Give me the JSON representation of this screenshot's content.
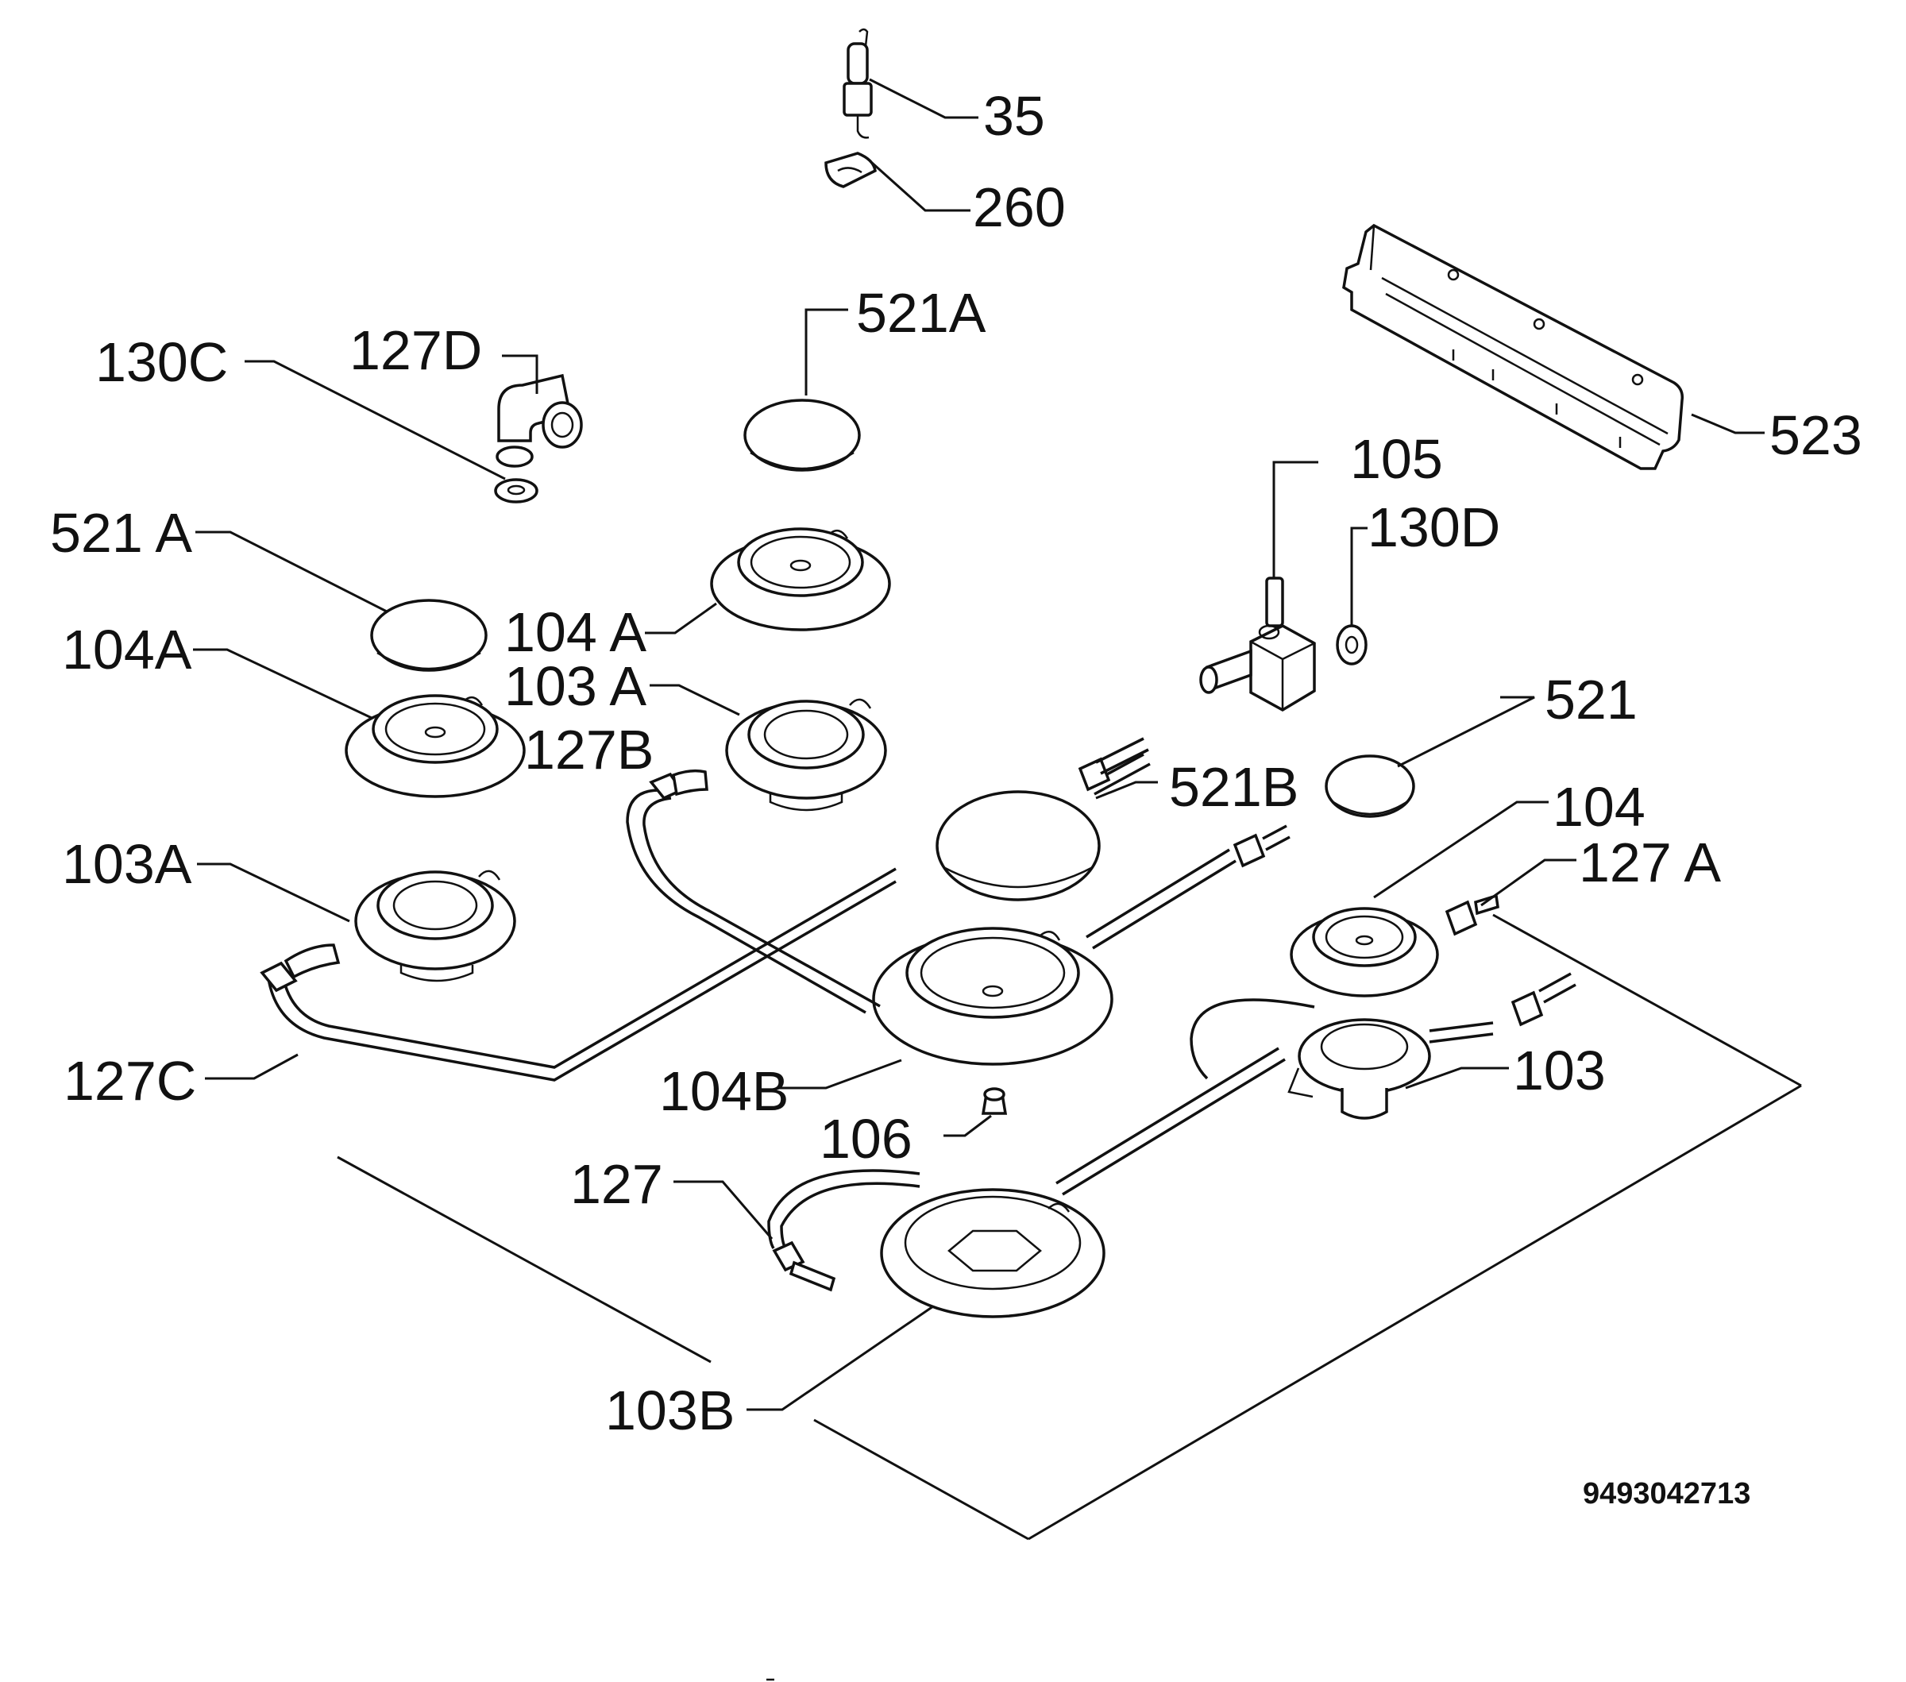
{
  "diagram": {
    "drawing_number": "9493042713",
    "labels": {
      "l35": "35",
      "l260": "260",
      "l521A_top": "521A",
      "l130C": "130C",
      "l127D": "127D",
      "l523": "523",
      "l105": "105",
      "l130D": "130D",
      "l521A_left": "521 A",
      "l104A_mid": "104 A",
      "l104A_left": "104A",
      "l103A_mid": "103 A",
      "l127B": "127B",
      "l521": "521",
      "l521B": "521B",
      "l104": "104",
      "l127A": "127 A",
      "l103A_left": "103A",
      "l103": "103",
      "l127C": "127C",
      "l104B": "104B",
      "l106": "106",
      "l127": "127",
      "l103B": "103B"
    }
  }
}
